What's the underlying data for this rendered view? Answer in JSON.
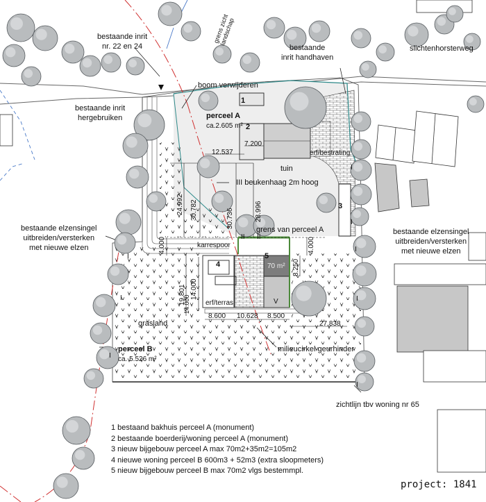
{
  "labels": {
    "existing_drive_22_24": [
      "bestaande inrit",
      "nr. 22 en 24"
    ],
    "boundary_landscape": [
      "grens zicht",
      "landschap"
    ],
    "existing_drive_keep": [
      "bestaande",
      "inrit handhaven"
    ],
    "road": "slichtenhorsterweg",
    "tree_remove": "boom verwijderen",
    "existing_drive_reused": [
      "bestaande inrit",
      "hergebruiken"
    ],
    "parcel_a_title": "perceel A",
    "parcel_a_area": "ca.2.605 m²",
    "yard_paving": "erf/bestrating",
    "garden": "tuin",
    "beech_hedge": "III beukenhaag 2m hoog",
    "parcel_a_border": "grens van perceel A",
    "alder_left": [
      "bestaande elzensingel",
      "uitbreiden/versterken",
      "met nieuwe elzen"
    ],
    "alder_right": [
      "bestaande elzensingel",
      "uitbreiden/versterken",
      "met nieuwe elzen"
    ],
    "cart_track": "karrespoor",
    "terrace": "erf/terras",
    "grass": "grasland",
    "parcel_b_title": "perceel B",
    "parcel_b_area": "ca. 5.526 m²",
    "odour_circle": "milieucirkel geurhinder",
    "sightline": "zichtlijn tbv woning nr 65",
    "num1": "1",
    "num2": "2",
    "num3": "3",
    "num4": "4",
    "num5": "5",
    "area_70": "70 m²",
    "mark_v": "V",
    "mark_i": "I",
    "mark_ii": "II"
  },
  "dimensions": {
    "d12537": "12.537",
    "d7200": "7.200",
    "d24992": "24.992",
    "d30782": "30.782",
    "d30736": "30.736",
    "d28996": "28.996",
    "d4000a": "4.000",
    "d4000b": "4.000",
    "d8250": "8.250",
    "d19801": "19.801",
    "d14000a": "14.000",
    "d14000b": "14.000",
    "d8600": "8.600",
    "d10628": "10.628",
    "d8500": "8.500",
    "d27838": "27.838"
  },
  "legend": [
    "1 bestaand bakhuis perceel A (monument)",
    "2 bestaande boerderij/woning perceel A (monument)",
    "3 nieuw bijgebouw perceel A max 70m2+35m2=105m2",
    "4 nieuwe woning perceel B 600m3 + 52m3 (extra sloopmeters)",
    "5 nieuw bijgebouw perceel B max 70m2 vlgs bestemmpl."
  ],
  "project": "project: 1841",
  "colors": {
    "tree_fill": "#b9bcbe",
    "tree_stroke": "#555a5e",
    "building": "#c7c7c7",
    "dark_building": "#7d7d7d",
    "red_line": "#d03030",
    "teal_line": "#2e8a8a",
    "blue_dash": "#4a7ac8",
    "hedge_green": "#4c8a3a",
    "lawn": "#eeeeee"
  }
}
